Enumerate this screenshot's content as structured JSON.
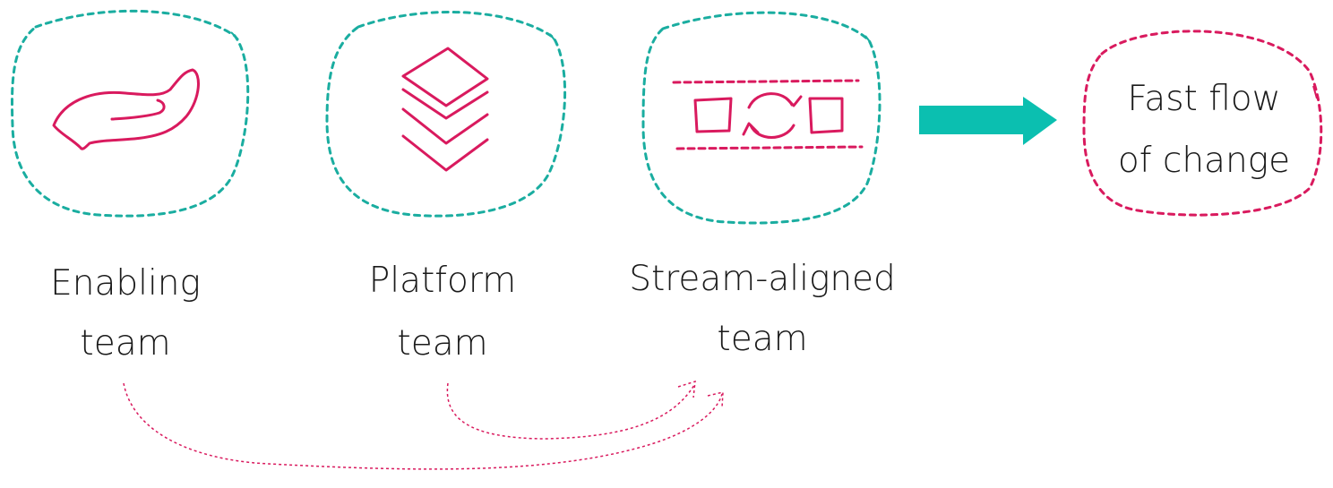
{
  "nodes": {
    "enabling": {
      "line1": "Enabling",
      "line2": "team",
      "icon": "hand-icon"
    },
    "platform": {
      "line1": "Platform",
      "line2": "team",
      "icon": "layers-icon"
    },
    "stream": {
      "line1": "Stream-aligned",
      "line2": "team",
      "icon": "flow-loop-icon"
    },
    "outcome": {
      "line1": "Fast flow",
      "line2": "of change"
    }
  },
  "colors": {
    "team_outline": "#1aada0",
    "accent": "#d91a5e",
    "arrow": "#0bbfb0",
    "text": "#1a1a1a"
  }
}
